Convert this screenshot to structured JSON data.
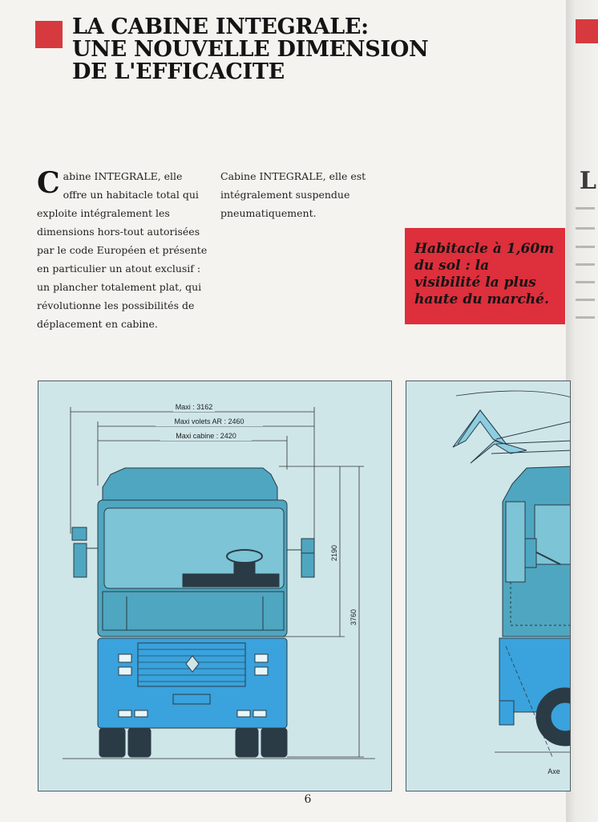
{
  "title": {
    "line1": "LA CABINE INTEGRALE:",
    "line2": "UNE NOUVELLE DIMENSION",
    "line3": "DE L'EFFICACITE"
  },
  "body": {
    "col1_dropcap": "C",
    "col1_text": "abine INTEGRALE, elle offre un habitacle total qui exploite intégralement les dimensions hors-tout autorisées par le code Européen et présente en particulier un atout exclusif : un plancher totalement plat, qui révolutionne les possibilités de déplacement en cabine.",
    "col2_text": "Cabine INTEGRALE, elle est intégralement suspendue pneumatiquement."
  },
  "callout": {
    "text": "Habitacle à 1,60m du sol : la visibilité la plus haute du marché."
  },
  "diagram_front": {
    "dim_maxi": "Maxi : 3162",
    "dim_volets": "Maxi volets AR : 2460",
    "dim_cabine": "Maxi cabine : 2420",
    "dim_2190": "2190",
    "dim_3760": "3760"
  },
  "diagram_side": {
    "label_axe": "Axe"
  },
  "page_number": "6",
  "colors": {
    "accent_red": "#d63a3f",
    "callout_red": "#dd2f3c",
    "panel_bg": "#cfe6e9",
    "cab_teal": "#4fa6c0",
    "chassis_blue": "#3aa2dc"
  }
}
